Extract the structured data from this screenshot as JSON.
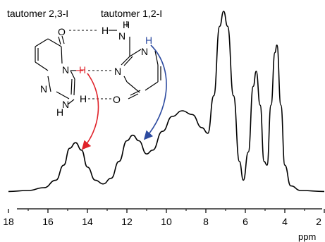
{
  "chart_data": {
    "type": "line",
    "title": "",
    "xlabel": "ppm",
    "ylabel": "",
    "xlim": [
      18,
      2
    ],
    "x_reversed": true,
    "ylim": [
      0,
      1
    ],
    "grid": false,
    "legend": "none",
    "x_ticks": [
      "18",
      "16",
      "14",
      "12",
      "10",
      "8",
      "6",
      "4",
      "2"
    ],
    "series": [
      {
        "name": "",
        "color": "#000000",
        "points": [
          [
            18.0,
            0.04
          ],
          [
            17.0,
            0.045
          ],
          [
            16.2,
            0.06
          ],
          [
            15.6,
            0.1
          ],
          [
            15.2,
            0.18
          ],
          [
            14.9,
            0.27
          ],
          [
            14.6,
            0.3
          ],
          [
            14.3,
            0.26
          ],
          [
            14.0,
            0.17
          ],
          [
            13.6,
            0.1
          ],
          [
            13.2,
            0.08
          ],
          [
            12.8,
            0.11
          ],
          [
            12.4,
            0.2
          ],
          [
            12.0,
            0.31
          ],
          [
            11.7,
            0.34
          ],
          [
            11.4,
            0.31
          ],
          [
            11.0,
            0.24
          ],
          [
            10.7,
            0.26
          ],
          [
            10.2,
            0.36
          ],
          [
            9.7,
            0.44
          ],
          [
            9.2,
            0.47
          ],
          [
            8.7,
            0.45
          ],
          [
            8.2,
            0.38
          ],
          [
            7.9,
            0.35
          ],
          [
            7.6,
            0.55
          ],
          [
            7.3,
            0.92
          ],
          [
            7.1,
            1.0
          ],
          [
            6.9,
            0.92
          ],
          [
            6.6,
            0.55
          ],
          [
            6.3,
            0.2
          ],
          [
            6.1,
            0.1
          ],
          [
            5.85,
            0.25
          ],
          [
            5.6,
            0.6
          ],
          [
            5.45,
            0.68
          ],
          [
            5.25,
            0.5
          ],
          [
            5.05,
            0.2
          ],
          [
            4.9,
            0.18
          ],
          [
            4.7,
            0.5
          ],
          [
            4.5,
            0.78
          ],
          [
            4.4,
            0.82
          ],
          [
            4.2,
            0.5
          ],
          [
            4.0,
            0.18
          ],
          [
            3.7,
            0.07
          ],
          [
            3.2,
            0.045
          ],
          [
            2.0,
            0.04
          ]
        ]
      }
    ],
    "annotations": [
      {
        "text": "tautomer 2,3-I",
        "color": "#000000"
      },
      {
        "text": "tautomer 1,2-I",
        "color": "#000000"
      },
      {
        "name": "red-arrow",
        "color": "#e0232a",
        "points_to_ppm": 14.6
      },
      {
        "name": "blue-arrow",
        "color": "#2d4ba0",
        "points_to_ppm": 11.7
      }
    ]
  },
  "structure": {
    "atoms_left": {
      "O": "O",
      "N1": "N",
      "H_red": "H",
      "N2": "N",
      "N3": "N",
      "H1": "H",
      "H2": "H"
    },
    "atoms_right": {
      "H_top": "H",
      "N_top": "N",
      "H_mid": "H",
      "N_blue": "N",
      "H_blue": "H",
      "N_mid": "N",
      "O": "O"
    }
  },
  "colors": {
    "axis": "#000000",
    "trace": "#000000",
    "red": "#e0232a",
    "blue": "#2d4ba0"
  }
}
